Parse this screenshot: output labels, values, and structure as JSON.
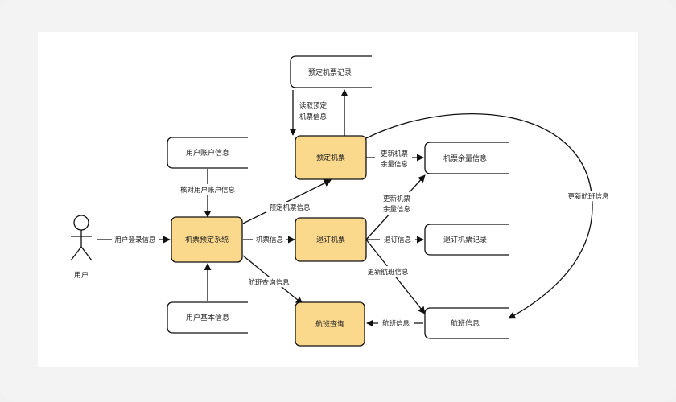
{
  "diagram": {
    "actor": {
      "label": "用户"
    },
    "processes": {
      "booking_system": "机票预定系统",
      "book_ticket": "预定机票",
      "refund_ticket": "退订机票",
      "flight_query": "航班查询"
    },
    "stores": {
      "booking_records": "预定机票记录",
      "user_account": "用户账户信息",
      "user_basic": "用户基本信息",
      "ticket_remaining": "机票余量信息",
      "refund_records": "退订机票记录",
      "flight_info": "航班信息"
    },
    "edges": {
      "login": "用户登录信息",
      "verify_account": "核对用户账户信息",
      "read_booking_1": "读取预定",
      "read_booking_2": "机票信息",
      "booking_ticket_info": "预定机票信息",
      "ticket_info": "机票信息",
      "flight_query_info": "航班查询信息",
      "update_remaining_a1": "更新机票",
      "update_remaining_a2": "余量信息",
      "update_remaining_b1": "更新机票",
      "update_remaining_b2": "余量信息",
      "refund_info": "退订信息",
      "update_flight_info": "更新航班信息",
      "flight_info_edge": "航班信息",
      "update_flight_curve": "更新航班信息"
    }
  }
}
